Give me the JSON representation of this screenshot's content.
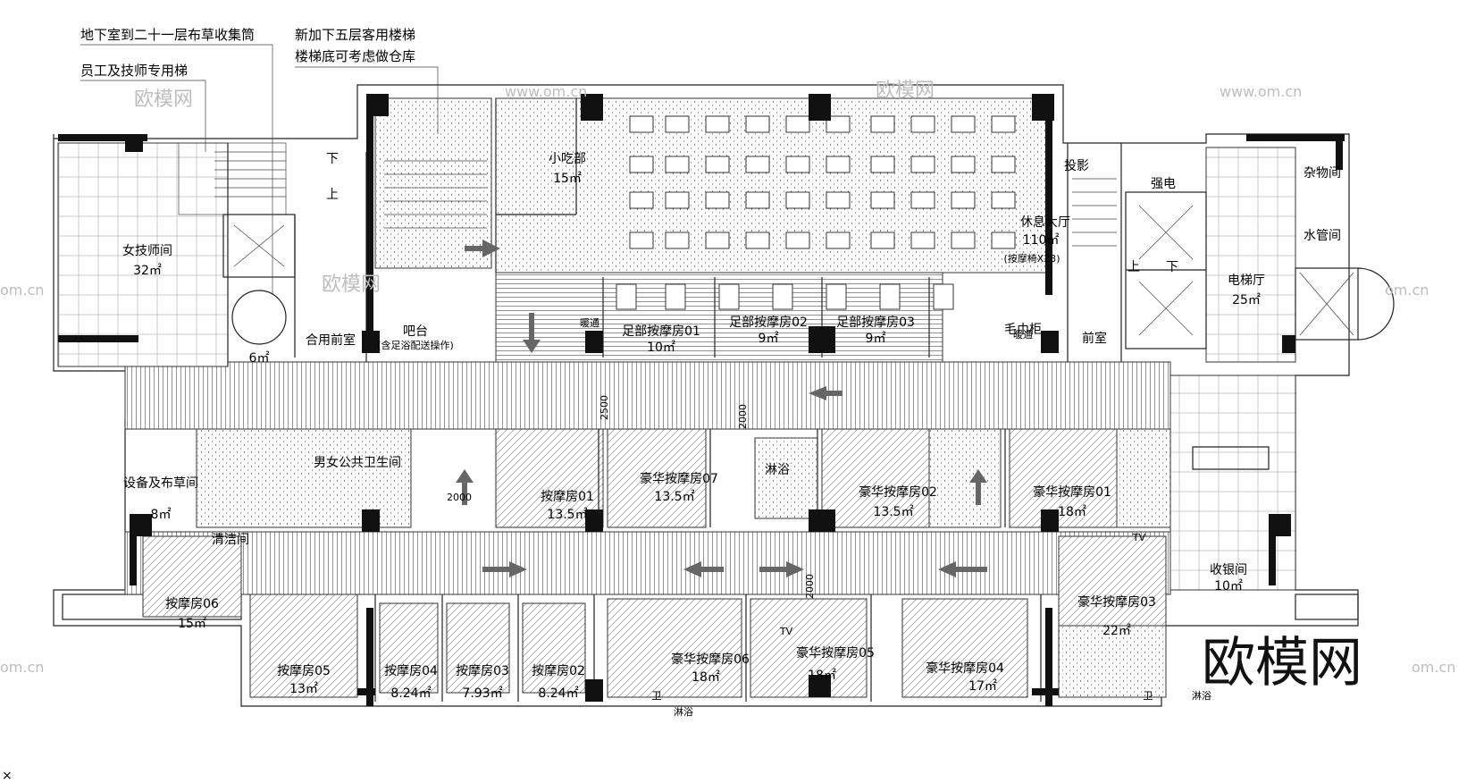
{
  "notes": {
    "note1": "地下室到二十一层布草收集筒",
    "note2": "员工及技师专用梯",
    "note3a": "新加下五层客用楼梯",
    "note3b": "楼梯底可考虑做仓库"
  },
  "watermarks": {
    "site": "www.om.cn",
    "site2": "om.cn",
    "brand": "欧模网",
    "logo": "欧模网"
  },
  "labels": {
    "up": "上",
    "down": "下",
    "dims": [
      "2500",
      "2000",
      "2000",
      "2000"
    ]
  },
  "rooms": [
    {
      "name": "小吃部",
      "area": "15㎡"
    },
    {
      "name": "休息大厅",
      "area": "110㎡",
      "extra": "(按摩椅X23)"
    },
    {
      "name": "投影"
    },
    {
      "name": "女技师间",
      "area": "32㎡"
    },
    {
      "name": "合用前室"
    },
    {
      "name": "",
      "area": "6㎡"
    },
    {
      "name": "吧台",
      "extra": "(含足浴配送操作)"
    },
    {
      "name": "足部按摩房01",
      "area": "10㎡"
    },
    {
      "name": "足部按摩房02",
      "area": "9㎡"
    },
    {
      "name": "足部按摩房03",
      "area": "9㎡"
    },
    {
      "name": "毛巾柜"
    },
    {
      "name": "前室"
    },
    {
      "name": "强电"
    },
    {
      "name": "杂物间"
    },
    {
      "name": "水管间"
    },
    {
      "name": "电梯厅",
      "area": "25㎡"
    },
    {
      "name": "设备及布草间",
      "area": "8㎡"
    },
    {
      "name": "男女公共卫生间"
    },
    {
      "name": "清洁间"
    },
    {
      "name": "按摩房01",
      "area": "13.5㎡"
    },
    {
      "name": "豪华按摩房07",
      "area": "13.5㎡"
    },
    {
      "name": "淋浴"
    },
    {
      "name": "豪华按摩房02",
      "area": "13.5㎡"
    },
    {
      "name": "豪华按摩房01",
      "area": "18㎡"
    },
    {
      "name": "收银间",
      "area": "10㎡"
    },
    {
      "name": "按摩房06",
      "area": "15㎡"
    },
    {
      "name": "豪华按摩房03",
      "area": "22㎡"
    },
    {
      "name": "按摩房05",
      "area": "13㎡"
    },
    {
      "name": "按摩房04",
      "area": "8.24㎡"
    },
    {
      "name": "按摩房03",
      "area": "7.93㎡"
    },
    {
      "name": "按摩房02",
      "area": "8.24㎡"
    },
    {
      "name": "豪华按摩房06",
      "area": "18㎡"
    },
    {
      "name": "豪华按摩房05",
      "area": "18㎡"
    },
    {
      "name": "豪华按摩房04",
      "area": "17㎡"
    },
    {
      "name": "卫"
    },
    {
      "name": "TV"
    },
    {
      "name": "暖通"
    }
  ]
}
